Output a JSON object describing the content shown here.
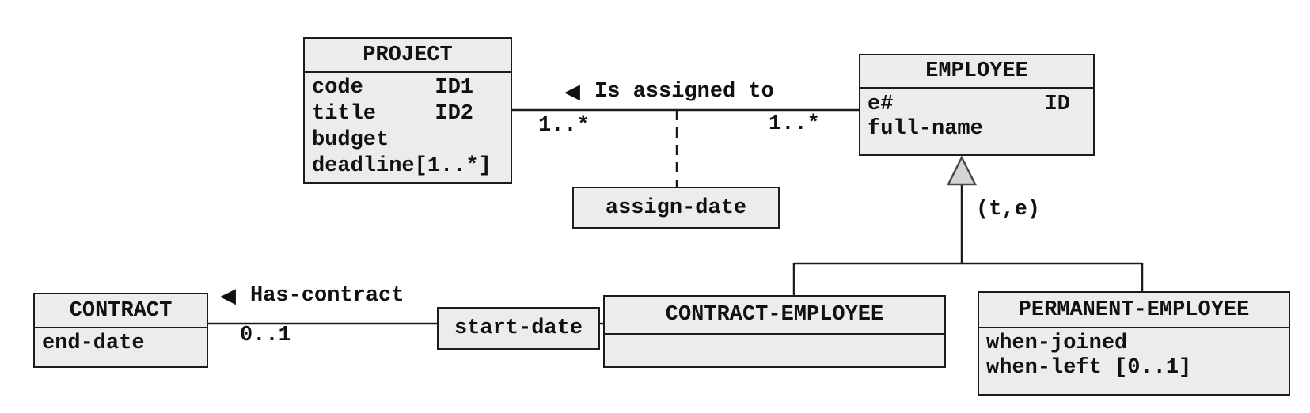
{
  "diagram": {
    "entities": {
      "project": {
        "name": "PROJECT",
        "attributes": [
          {
            "name": "code",
            "tag": "ID1"
          },
          {
            "name": "title",
            "tag": "ID2"
          },
          {
            "name": "budget",
            "tag": ""
          },
          {
            "name": "deadline[1..*]",
            "tag": ""
          }
        ]
      },
      "employee": {
        "name": "EMPLOYEE",
        "attributes": [
          {
            "name": "e#",
            "tag": "ID"
          },
          {
            "name": "full-name",
            "tag": ""
          }
        ]
      },
      "contract": {
        "name": "CONTRACT",
        "attributes": [
          {
            "name": "end-date",
            "tag": ""
          }
        ]
      },
      "contract_employee": {
        "name": "CONTRACT-EMPLOYEE",
        "attributes": []
      },
      "permanent_employee": {
        "name": "PERMANENT-EMPLOYEE",
        "attributes": [
          {
            "name": "when-joined",
            "tag": ""
          },
          {
            "name": "when-left [0..1]",
            "tag": ""
          }
        ]
      }
    },
    "relationships": {
      "is_assigned_to": {
        "arrow": "◀",
        "label": "Is assigned to",
        "project_cardinality": "1..*",
        "employee_cardinality": "1..*",
        "attribute": "assign-date"
      },
      "has_contract": {
        "arrow": "◀",
        "label": "Has-contract",
        "contract_cardinality": "0..1",
        "attribute": "start-date"
      },
      "generalization": {
        "constraint": "(t,e)"
      }
    },
    "colors": {
      "box_fill": "#ececec",
      "box_border": "#1b1b1b",
      "triangle_fill": "#d4d4d4",
      "background": "#ffffff"
    }
  }
}
